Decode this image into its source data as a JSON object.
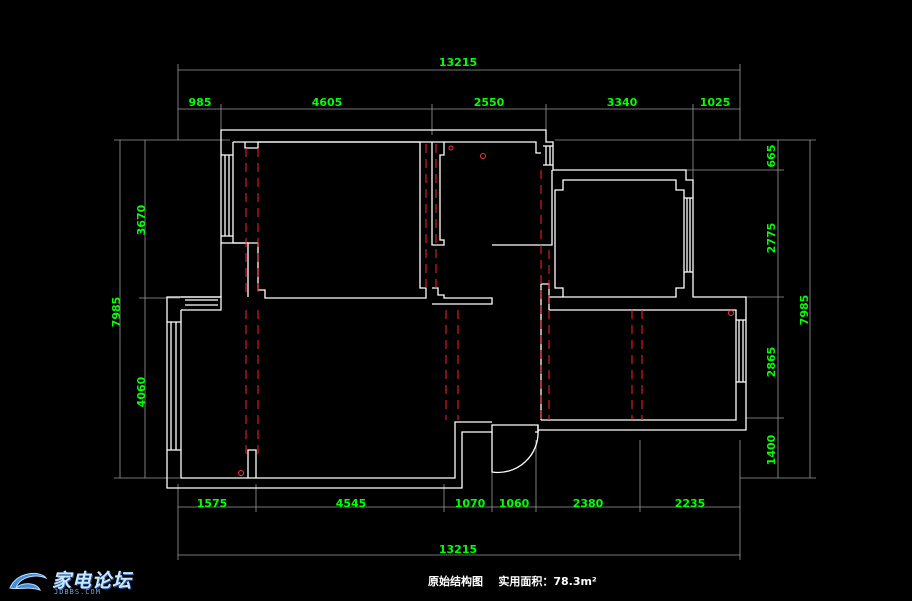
{
  "dimensions": {
    "top_total": "13215",
    "top_segments": [
      "985",
      "4605",
      "2550",
      "3340",
      "1025"
    ],
    "bottom_segments": [
      "1575",
      "4545",
      "1070",
      "1060",
      "2380",
      "2235"
    ],
    "bottom_total": "13215",
    "left_segments": [
      "3670",
      "4060"
    ],
    "left_total": "7985",
    "right_segments": [
      "665",
      "2775",
      "2865",
      "1400"
    ],
    "right_total": "7985"
  },
  "caption": {
    "title": "原始结构图",
    "area_label": "实用面积：",
    "area_value": "78.3",
    "area_unit": "m²"
  },
  "watermark": {
    "name": "家电论坛",
    "url": "JDBBS.COM"
  },
  "colors": {
    "background": "#000000",
    "dimension_text": "#00ff00",
    "walls": "#ffffff",
    "hidden_lines": "#ff2222"
  }
}
